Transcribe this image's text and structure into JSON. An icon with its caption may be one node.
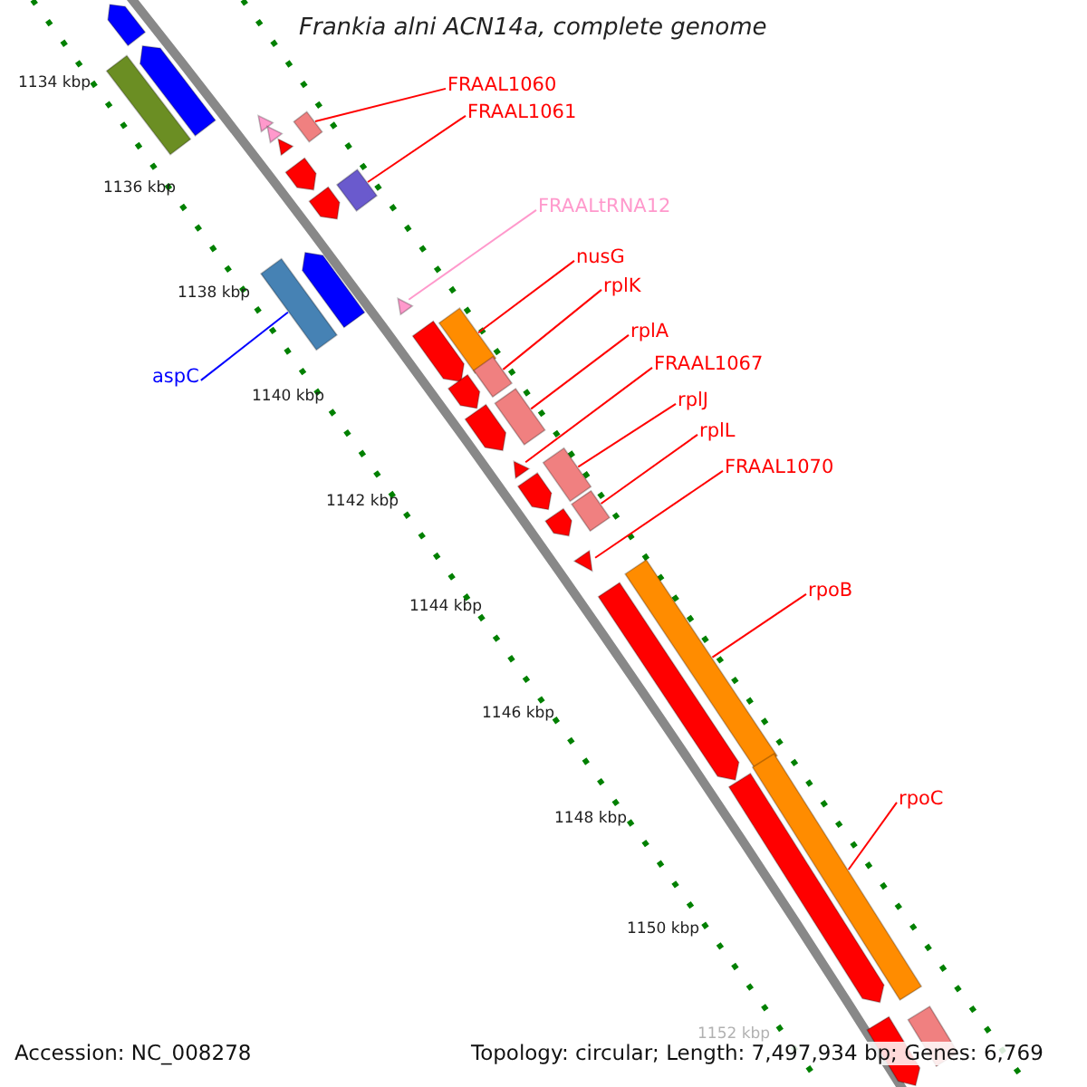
{
  "diagram": {
    "title": "Frankia alni ACN14a, complete genome",
    "nodes": [
      {
        "text": [
          "FRAAL1060"
        ]
      },
      {
        "text": [
          "FRAAL1061"
        ]
      },
      {
        "text": [
          "FRAALtRNA12"
        ]
      },
      {
        "text": [
          "nusG"
        ]
      },
      {
        "text": [
          "rplK"
        ]
      },
      {
        "text": [
          "rplA"
        ]
      },
      {
        "text": [
          "FRAAL1067"
        ]
      },
      {
        "text": [
          "rplJ"
        ]
      },
      {
        "text": [
          "rplL"
        ]
      },
      {
        "text": [
          "FRAAL1070"
        ]
      },
      {
        "text": [
          "rpoB"
        ]
      },
      {
        "text": [
          "rpoC"
        ]
      },
      {
        "text": [
          "aspC"
        ]
      },
      {
        "text": [],
        "shape": "bar"
      },
      {
        "text": [],
        "shape": "bar"
      },
      {
        "text": [],
        "shape": "bar"
      },
      {
        "text": [],
        "shape": "bar"
      },
      {
        "text": [],
        "shape": "bar"
      },
      {
        "text": [],
        "shape": "bar"
      },
      {
        "text": [],
        "shape": "bar"
      },
      {
        "text": [],
        "shape": "bar"
      },
      {
        "text": [],
        "shape": "bar"
      },
      {
        "text": [],
        "shape": "bar"
      },
      {
        "text": [],
        "shape": "bar"
      },
      {
        "text": [],
        "shape": "bar"
      },
      {
        "text": [],
        "shape": "bar"
      },
      {
        "text": [],
        "shape": "bar"
      },
      {
        "text": [],
        "shape": "bar"
      },
      {
        "text": [],
        "shape": "bar"
      },
      {
        "text": [],
        "shape": "bar"
      },
      {
        "text": [],
        "shape": "bar"
      },
      {
        "text": [],
        "shape": "bar"
      },
      {
        "text": [],
        "shape": "bar"
      },
      {
        "text": [],
        "shape": "bar"
      },
      {
        "text": [],
        "shape": "bar"
      },
      {
        "text": [],
        "shape": "bar"
      },
      {
        "text": [],
        "shape": "bar"
      },
      {
        "text": [],
        "shape": "bar"
      },
      {
        "text": [],
        "shape": "bar"
      },
      {
        "text": [],
        "shape": "bar"
      },
      {
        "text": [],
        "shape": "bar"
      },
      {
        "text": [],
        "shape": "bar"
      },
      {
        "text": [],
        "shape": "bar"
      },
      {
        "text": [],
        "shape": "bar"
      }
    ],
    "edges": [
      {
        "from": 0,
        "to": 13,
        "arrow": "none"
      },
      {
        "from": 1,
        "to": 14,
        "arrow": "none"
      },
      {
        "from": 2,
        "to": 15,
        "arrow": "none",
        "color": "#ff99cc"
      },
      {
        "from": 3,
        "to": 16,
        "arrow": "none"
      },
      {
        "from": 4,
        "to": 17,
        "arrow": "none"
      },
      {
        "from": 5,
        "to": 18,
        "arrow": "none"
      },
      {
        "from": 6,
        "to": 19,
        "arrow": "none"
      },
      {
        "from": 7,
        "to": 20,
        "arrow": "none"
      },
      {
        "from": 8,
        "to": 21,
        "arrow": "none"
      },
      {
        "from": 9,
        "to": 22,
        "arrow": "none"
      },
      {
        "from": 10,
        "to": 23,
        "arrow": "none"
      },
      {
        "from": 11,
        "to": 24,
        "arrow": "none"
      },
      {
        "from": 12,
        "to": 25,
        "arrow": "none",
        "color": "#0000ff"
      }
    ],
    "labels": [
      "1134 kbp",
      "1136 kbp",
      "1138 kbp",
      "1140 kbp",
      "1142 kbp",
      "1144 kbp",
      "1146 kbp",
      "1148 kbp",
      "1150 kbp",
      "1152 kbp",
      "Accession: NC_008278",
      "Topology: circular; Length: 7,497,934 bp; Genes: 6,769"
    ]
  }
}
